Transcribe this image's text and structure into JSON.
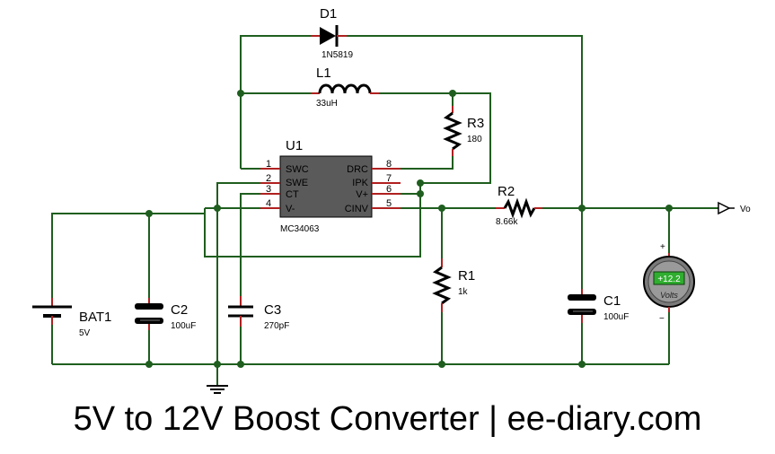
{
  "title": "5V to 12V Boost Converter | ee-diary.com",
  "components": {
    "d1": {
      "ref": "D1",
      "value": "1N5819"
    },
    "l1": {
      "ref": "L1",
      "value": "33uH"
    },
    "r3": {
      "ref": "R3",
      "value": "180"
    },
    "r2": {
      "ref": "R2",
      "value": "8.66k"
    },
    "r1": {
      "ref": "R1",
      "value": "1k"
    },
    "c1": {
      "ref": "C1",
      "value": "100uF"
    },
    "c2": {
      "ref": "C2",
      "value": "100uF"
    },
    "c3": {
      "ref": "C3",
      "value": "270pF"
    },
    "bat1": {
      "ref": "BAT1",
      "value": "5V"
    },
    "u1": {
      "ref": "U1",
      "part": "MC34063"
    }
  },
  "ic_pins": {
    "left": [
      {
        "num": "1",
        "name": "SWC"
      },
      {
        "num": "2",
        "name": "SWE"
      },
      {
        "num": "3",
        "name": "CT"
      },
      {
        "num": "4",
        "name": "V-"
      }
    ],
    "right": [
      {
        "num": "8",
        "name": "DRC"
      },
      {
        "num": "7",
        "name": "IPK"
      },
      {
        "num": "6",
        "name": "V+"
      },
      {
        "num": "5",
        "name": "CINV"
      }
    ]
  },
  "output_label": "Vo",
  "voltmeter": {
    "reading": "+12.2",
    "unit": "Volts",
    "plus": "+",
    "minus": "−"
  },
  "colors": {
    "wire": "#1f5e1f",
    "lead": "#b02020",
    "ic_fill": "#5a5a5a",
    "meter_display": "#2fae2f"
  }
}
